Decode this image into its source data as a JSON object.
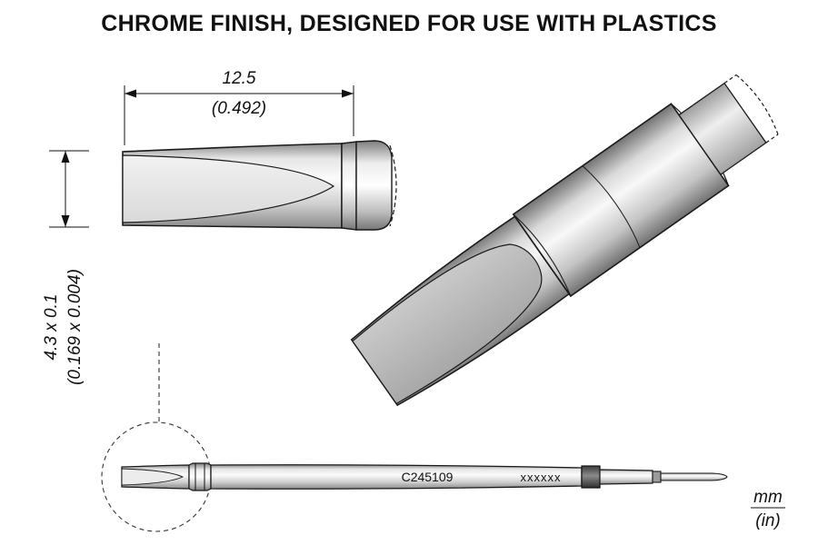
{
  "title": "CHROME FINISH, DESIGNED FOR USE WITH PLASTICS",
  "dimensions": {
    "length_mm": "12.5",
    "length_in": "(0.492)",
    "blade_mm": "4.3 x 0.1",
    "blade_in": "(0.169 x 0.004)"
  },
  "cartridge": {
    "part_number": "C245109",
    "batch_mask": "xxxxxx"
  },
  "legend": {
    "unit_primary": "mm",
    "unit_secondary": "(in)"
  },
  "colors": {
    "outline": "#1a1a1a",
    "metal_light": "#f7f7f7",
    "metal_mid": "#cfcfcf",
    "metal_dark": "#8c8c8c",
    "chisel_face": "#b9b9b9",
    "band_dark": "#3f3f3f",
    "background": "#ffffff"
  }
}
